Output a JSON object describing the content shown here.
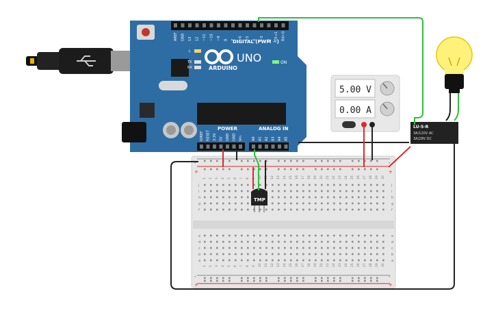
{
  "arduino": {
    "brand": "ARDUINO",
    "model": "UNO",
    "digital_header": "DIGITAL (PWM ~)",
    "on_label": "ON",
    "tx_label": "TX",
    "rx_label": "RX",
    "l_label": "L",
    "power_label": "POWER",
    "analog_label": "ANALOG IN",
    "digital_pins": [
      "AREF",
      "GND",
      "13",
      "12",
      "~11",
      "~10",
      "~9",
      "8",
      "7",
      "~6",
      "~5",
      "4",
      "~3",
      "2",
      "TX→1",
      "RX←0"
    ],
    "power_pins": [
      "IOREF",
      "RESET",
      "3.3V",
      "5V",
      "GND",
      "GND",
      "Vin"
    ],
    "analog_pins": [
      "A0",
      "A1",
      "A2",
      "A3",
      "A4",
      "A5"
    ]
  },
  "power_supply": {
    "voltage": "5.00 V",
    "current": "0.00 A"
  },
  "relay": {
    "model": "LU-5-R",
    "rating1": "3A/120V AC",
    "rating2": "3A/28V DC"
  },
  "sensor": {
    "label": "TMP"
  },
  "breadboard": {
    "top_rows": [
      "j",
      "i",
      "h",
      "g",
      "f"
    ],
    "bottom_rows": [
      "e",
      "d",
      "c",
      "b",
      "a"
    ],
    "columns": [
      "1",
      "2",
      "3",
      "4",
      "5",
      "6",
      "7",
      "8",
      "9",
      "10",
      "11",
      "12",
      "13",
      "14",
      "15",
      "16",
      "17",
      "18",
      "19",
      "20",
      "21",
      "22",
      "23",
      "24",
      "25",
      "26",
      "27",
      "28",
      "29",
      "30"
    ],
    "plus": "+",
    "minus": "-"
  },
  "colors": {
    "arduino_board": "#2e6da4",
    "wire_green": "#2fbf3a",
    "wire_red": "#d92b2b",
    "wire_black": "#222222",
    "bulb_glass": "#fff27a"
  }
}
